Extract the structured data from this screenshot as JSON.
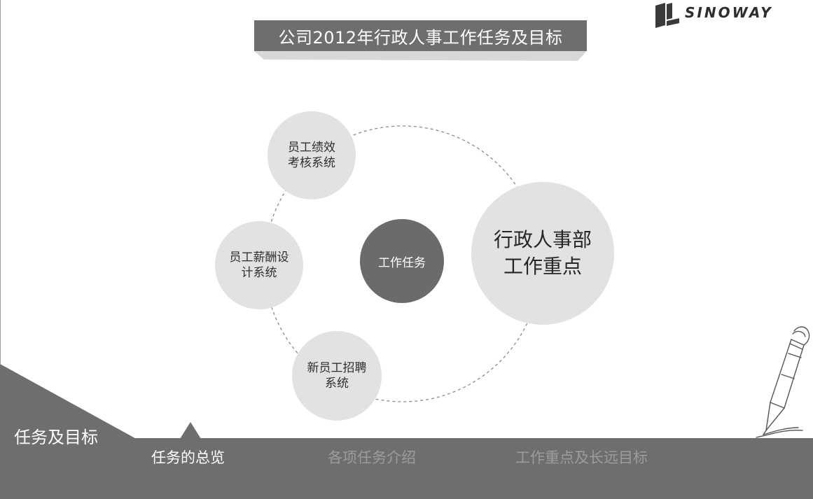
{
  "header": {
    "title": "公司2012年行政人事工作任务及目标",
    "logo_text": "SINOWAY"
  },
  "diagram": {
    "center_label": "工作任务",
    "focus": {
      "line1": "行政人事部",
      "line2": "工作重点"
    },
    "systems": [
      {
        "line1": "员工绩效",
        "line2": "考核系统"
      },
      {
        "line1": "员工薪酬设",
        "line2": "计系统"
      },
      {
        "line1": "新员工招聘",
        "line2": "系统"
      }
    ]
  },
  "footer": {
    "section_label": "任务及目标",
    "tabs": [
      {
        "label": "任务的总览",
        "state": "active"
      },
      {
        "label": "各项任务介绍",
        "state": "inactive"
      },
      {
        "label": "工作重点及长远目标",
        "state": "inactive"
      }
    ]
  },
  "colors": {
    "banner": "#6e6e6e",
    "circle_light": "#e2e2e2",
    "circle_dark": "#6b6b6b",
    "text_dark": "#2f2f2f",
    "tab_inactive": "#9c9c9c"
  }
}
